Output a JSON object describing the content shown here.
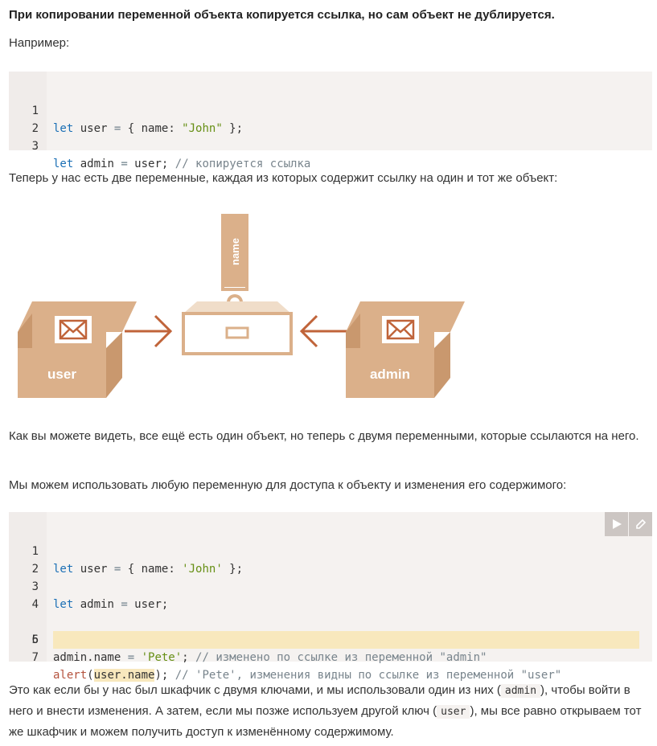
{
  "p1": "При копировании переменной объекта копируется ссылка, но сам объект не дублируется.",
  "p2": "Например:",
  "code1": {
    "lines": [
      {
        "n": "1",
        "let": "let",
        "a": " user ",
        "eq": "=",
        "b": " { name: ",
        "s": "\"John\"",
        "c": " };"
      },
      {
        "n": "2"
      },
      {
        "n": "3",
        "let": "let",
        "a": " admin ",
        "eq": "=",
        "b": " user; ",
        "cm": "// копируется ссылка"
      }
    ]
  },
  "p3": "Теперь у нас есть две переменные, каждая из которых содержит ссылку на один и тот же объект:",
  "diagram": {
    "left_label": "user",
    "right_label": "admin",
    "tab_label": "name",
    "box_color": "#dbb08a",
    "arrow_color": "#c0643a"
  },
  "p4": "Как вы можете видеть, все ещё есть один объект, но теперь с двумя переменными, которые ссылаются на него.",
  "p5": "Мы можем использовать любую переменную для доступа к объекту и изменения его содержимого:",
  "code2": {
    "lines": [
      {
        "n": "1",
        "let": "let",
        "a": " user ",
        "eq": "=",
        "b": " { name: ",
        "s": "'John'",
        "c": " };"
      },
      {
        "n": "2"
      },
      {
        "n": "3",
        "let": "let",
        "a": " admin ",
        "eq": "=",
        "b": " user;"
      },
      {
        "n": "4"
      },
      {
        "n": "5",
        "a": "admin.name ",
        "eq": "=",
        "s": " 'Pete'",
        "b": "; ",
        "cm": "// изменено по ссылке из переменной \"admin\""
      },
      {
        "n": "6"
      },
      {
        "n": "7",
        "fn": "alert",
        "p1": "(",
        "hl": "user.name",
        "p2": "); ",
        "cm": "// 'Pete', изменения видны по ссылке из переменной \"user\""
      }
    ]
  },
  "p6": {
    "t1": "Это как если бы у нас был шкафчик с двумя ключами, и мы использовали один из них (",
    "c1": "admin",
    "t2": "), чтобы войти в него и внести изменения. А затем, если мы позже используем другой ключ (",
    "c2": "user",
    "t3": "), мы все равно открываем тот же шкафчик и можем получить доступ к изменённому содержимому."
  }
}
